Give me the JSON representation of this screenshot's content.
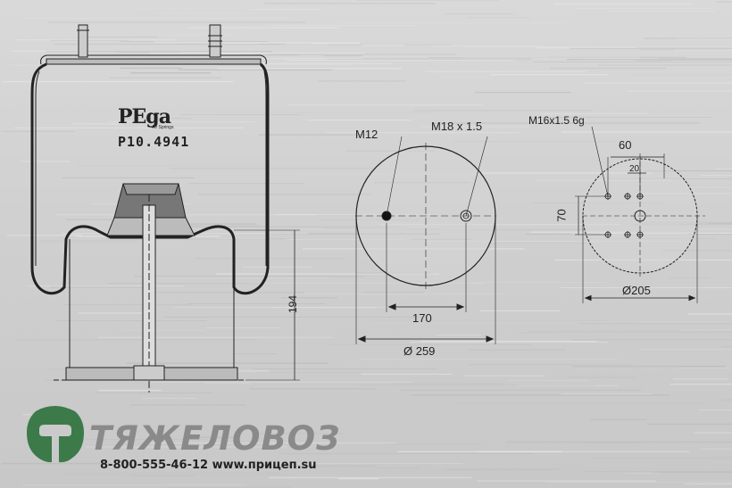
{
  "product": {
    "brand": "PEga",
    "brand_tagline": "Air Springs",
    "part_number": "P10.4941"
  },
  "side_view": {
    "height_label": "194"
  },
  "top_view": {
    "stud_left_label": "M12",
    "stud_right_label": "M18 x 1.5",
    "spacing_label": "170",
    "diameter_label": "Ø 259"
  },
  "bottom_view": {
    "thread_label": "M16x1.5 6g",
    "width_label": "60",
    "offset_label": "20",
    "height_label": "70",
    "diameter_label": "Ø205"
  },
  "footer": {
    "company": "ТЯЖЕЛОВОЗ",
    "contact": "8-800-555-46-12  www.прицеп.su",
    "logo_color": "#3c7a4a"
  }
}
